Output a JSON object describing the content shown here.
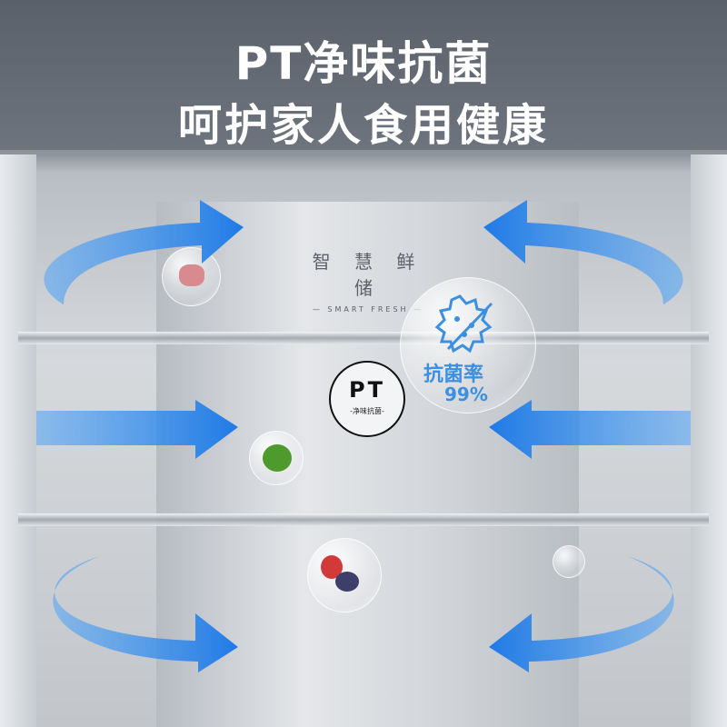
{
  "header": {
    "title": "PT净味抗菌",
    "subtitle": "呵护家人食用健康"
  },
  "brand": {
    "cn": "智 慧 鲜 储",
    "en": "— SMART FRESH —"
  },
  "pt_badge": {
    "title": "PT",
    "subtitle": "-净味抗菌-"
  },
  "stat": {
    "label": "抗菌率",
    "value": "99%"
  },
  "colors": {
    "arrow": "#2f86e8",
    "header": "#5f666f"
  }
}
